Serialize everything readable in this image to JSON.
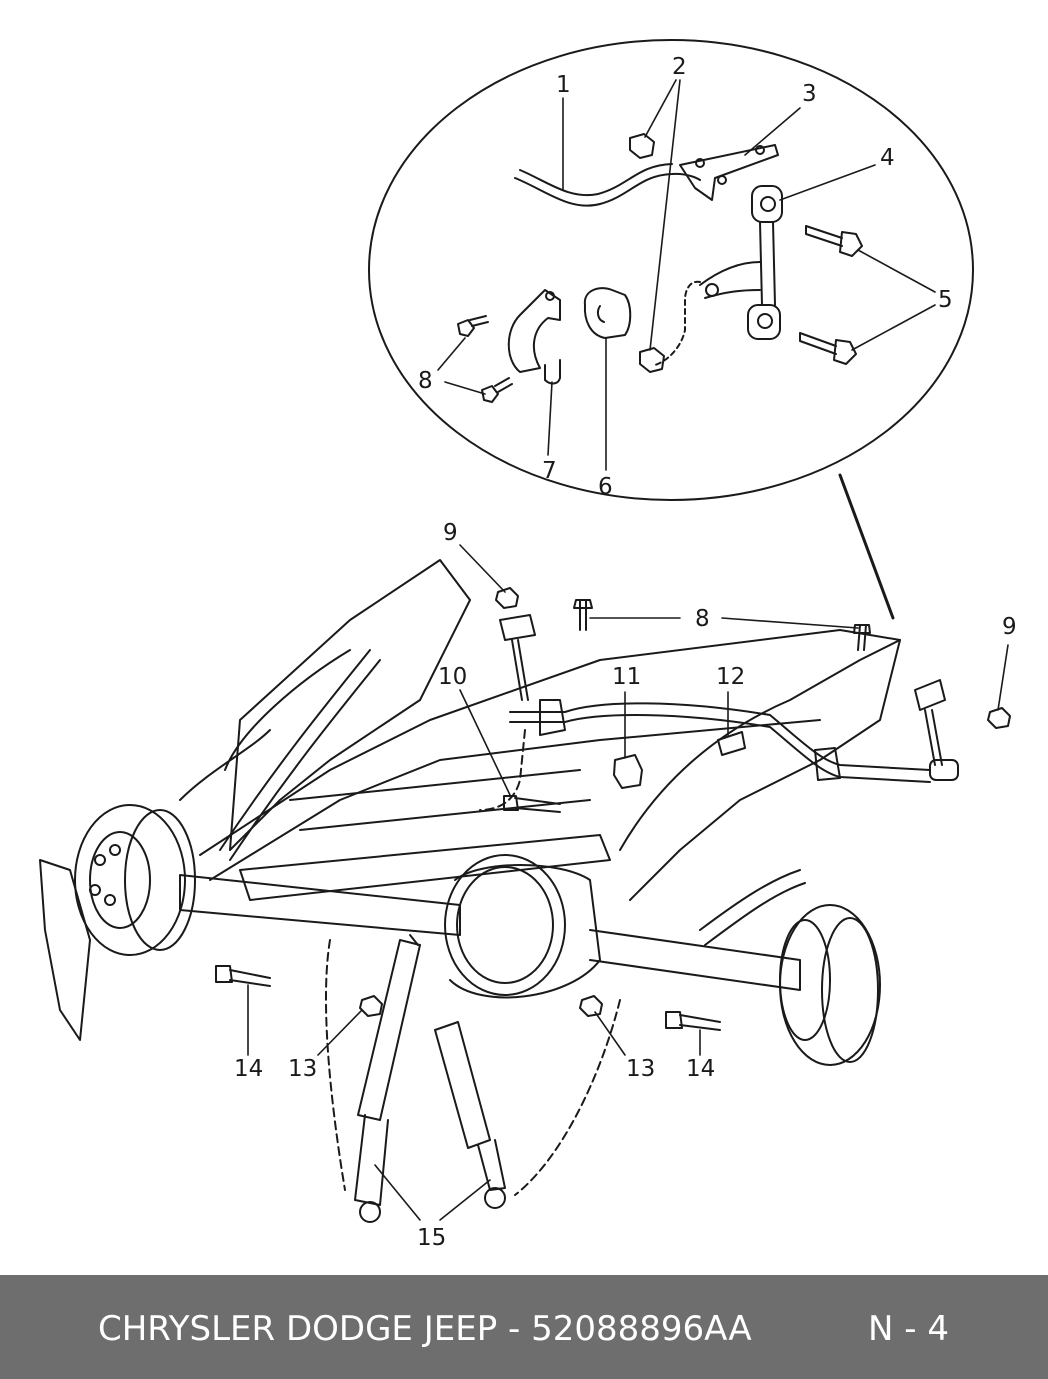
{
  "callouts": {
    "c1": "1",
    "c2": "2",
    "c3": "3",
    "c4": "4",
    "c5": "5",
    "c6": "6",
    "c7": "7",
    "c8a": "8",
    "c8b": "8",
    "c9a": "9",
    "c9b": "9",
    "c10": "10",
    "c11": "11",
    "c12": "12",
    "c13a": "13",
    "c13b": "13",
    "c14a": "14",
    "c14b": "14",
    "c15": "15"
  },
  "footer": {
    "title": "CHRYSLER DODGE JEEP - 52088896AA",
    "page": "N - 4"
  },
  "colors": {
    "line": "#1a1a1a",
    "footer_bg": "#6e6e6e",
    "footer_text": "#ffffff"
  }
}
